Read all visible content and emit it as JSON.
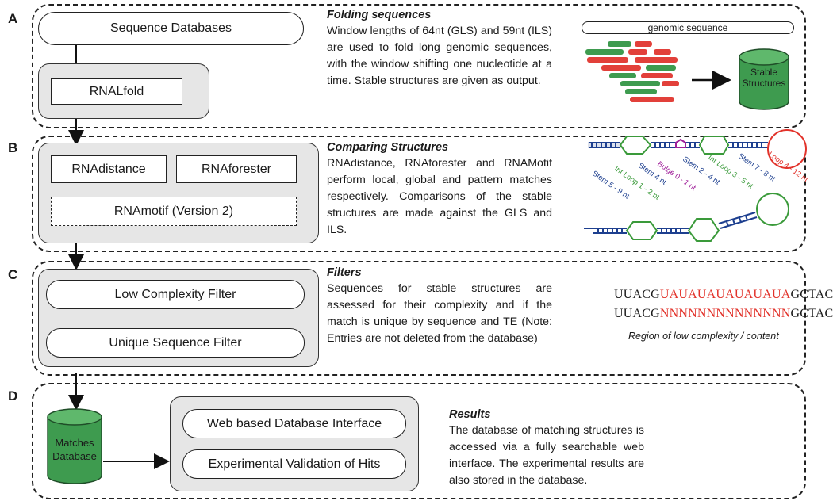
{
  "panels": [
    {
      "letter": "A"
    },
    {
      "letter": "B"
    },
    {
      "letter": "C"
    },
    {
      "letter": "D"
    }
  ],
  "flow": {
    "sequence_databases": "Sequence Databases",
    "rnalfold": "RNALfold",
    "rnadistance": "RNAdistance",
    "rnaforester": "RNAforester",
    "rnamotif": "RNAmotif  (Version 2)",
    "low_complexity": "Low Complexity Filter",
    "unique_sequence": "Unique Sequence Filter",
    "matches_db_line1": "Matches",
    "matches_db_line2": "Database",
    "web_interface": "Web based Database Interface",
    "experimental": "Experimental Validation of Hits"
  },
  "descriptions": {
    "folding": {
      "title": "Folding sequences",
      "text": "Window lengths of 64nt (GLS) and 59nt (ILS) are used to fold long genomic sequences, with the window shifting one nucleotide at a time. Stable structures are given as output."
    },
    "comparing": {
      "title": "Comparing Structures",
      "text": "RNAdistance, RNAforester and RNAMotif perform local, global and pattern matches respectively. Comparisons of the stable structures are made against the GLS and ILS."
    },
    "filters": {
      "title": "Filters",
      "text": "Sequences for stable structures are assessed for their complexity and if the match is unique by sequence and TE (Note: Entries are not deleted from the database)"
    },
    "results": {
      "title": "Results",
      "text": "The database of matching structures is accessed via a fully searchable web interface. The experimental results are also stored in the database."
    }
  },
  "genomic": {
    "label": "genomic sequence",
    "stable_line1": "Stable",
    "stable_line2": "Structures"
  },
  "structure_labels": {
    "stem1": "Stem 5 - 9 nt",
    "intloop1": "Int Loop 1 - 2 nt",
    "stem2": "Stem 4 nt",
    "bulge": "Bulge 0 - 1 nt",
    "stem3": "Stem 2 - 4 nt",
    "intloop2": "Int Loop 3 - 5 nt",
    "stem4": "Stem 7 - 8 nt",
    "loop": "Loop 4 - 12 nt"
  },
  "sequences": {
    "seq1_a": "UUACG",
    "seq1_b": "UAUAUAUAUAUAUA",
    "seq1_c": "GCTAC",
    "seq2_a": "UUACG",
    "seq2_b": "NNNNNNNNNNNNNN",
    "seq2_c": "GCTAC",
    "caption": "Region of low complexity / content"
  },
  "colors": {
    "accent_red": "#e2332b",
    "db_green": "#3e9b4f",
    "stem_blue": "#1d3f8f",
    "loop_green": "#3a9a3a",
    "bulge_purple": "#a0209a"
  }
}
